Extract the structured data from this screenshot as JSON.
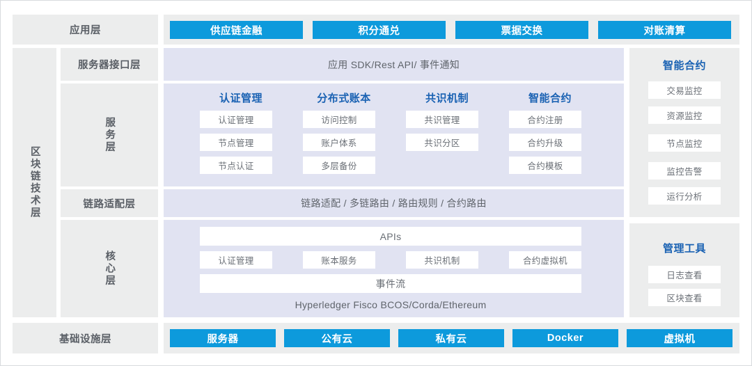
{
  "colors": {
    "accent_blue": "#0d9adc",
    "panel_gray": "#eceded",
    "panel_lavender": "#e1e3f2",
    "header_blue": "#1a62b3",
    "chip_white": "#ffffff",
    "text_gray": "#5a5f66"
  },
  "left_rail": {
    "label": "区块链技术层"
  },
  "rows": {
    "application": {
      "label": "应用层",
      "buttons": [
        "供应链金融",
        "积分通兑",
        "票据交换",
        "对账清算"
      ]
    },
    "server_interface": {
      "label": "服务器接口层",
      "content": "应用 SDK/Rest API/ 事件通知"
    },
    "service": {
      "label": "服务层",
      "columns": [
        {
          "title": "认证管理",
          "items": [
            "认证管理",
            "节点管理",
            "节点认证"
          ]
        },
        {
          "title": "分布式账本",
          "items": [
            "访问控制",
            "账户体系",
            "多层备份"
          ]
        },
        {
          "title": "共识机制",
          "items": [
            "共识管理",
            "共识分区"
          ]
        },
        {
          "title": "智能合约",
          "items": [
            "合约注册",
            "合约升级",
            "合约模板"
          ]
        }
      ]
    },
    "link_adapter": {
      "label": "链路适配层",
      "content": "链路适配 / 多链路由 / 路由规则 / 合约路由"
    },
    "core": {
      "label": "核心层",
      "apis": "APIs",
      "modules": [
        "认证管理",
        "账本服务",
        "共识机制",
        "合约虚拟机"
      ],
      "event_stream": "事件流",
      "footer": "Hyperledger Fisco BCOS/Corda/Ethereum"
    },
    "infrastructure": {
      "label": "基础设施层",
      "buttons": [
        "服务器",
        "公有云",
        "私有云",
        "Docker",
        "虚拟机"
      ]
    }
  },
  "right_panels": [
    {
      "title": "智能合约",
      "items": [
        "交易监控",
        "资源监控",
        "节点监控",
        "监控告警",
        "运行分析"
      ]
    },
    {
      "title": "管理工具",
      "items": [
        "日志查看",
        "区块查看"
      ]
    }
  ]
}
